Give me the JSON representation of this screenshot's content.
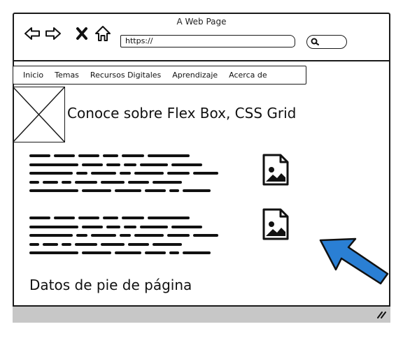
{
  "window": {
    "title": "A Web Page"
  },
  "toolbar": {
    "back_icon": "arrow-left-icon",
    "forward_icon": "arrow-right-icon",
    "stop_icon": "close-icon",
    "home_icon": "home-icon",
    "url": "https://",
    "search_icon": "search-icon"
  },
  "nav": {
    "items": [
      {
        "label": "Inicio"
      },
      {
        "label": "Temas"
      },
      {
        "label": "Recursos Digitales"
      },
      {
        "label": "Aprendizaje"
      },
      {
        "label": "Acerca de"
      }
    ]
  },
  "header": {
    "title": "Conoce sobre Flex Box, CSS Grid"
  },
  "footer": {
    "text": "Datos de pie de página"
  },
  "colors": {
    "accent": "#2a7fd4",
    "status_bar": "#c7c7c7",
    "ink": "#111111"
  }
}
